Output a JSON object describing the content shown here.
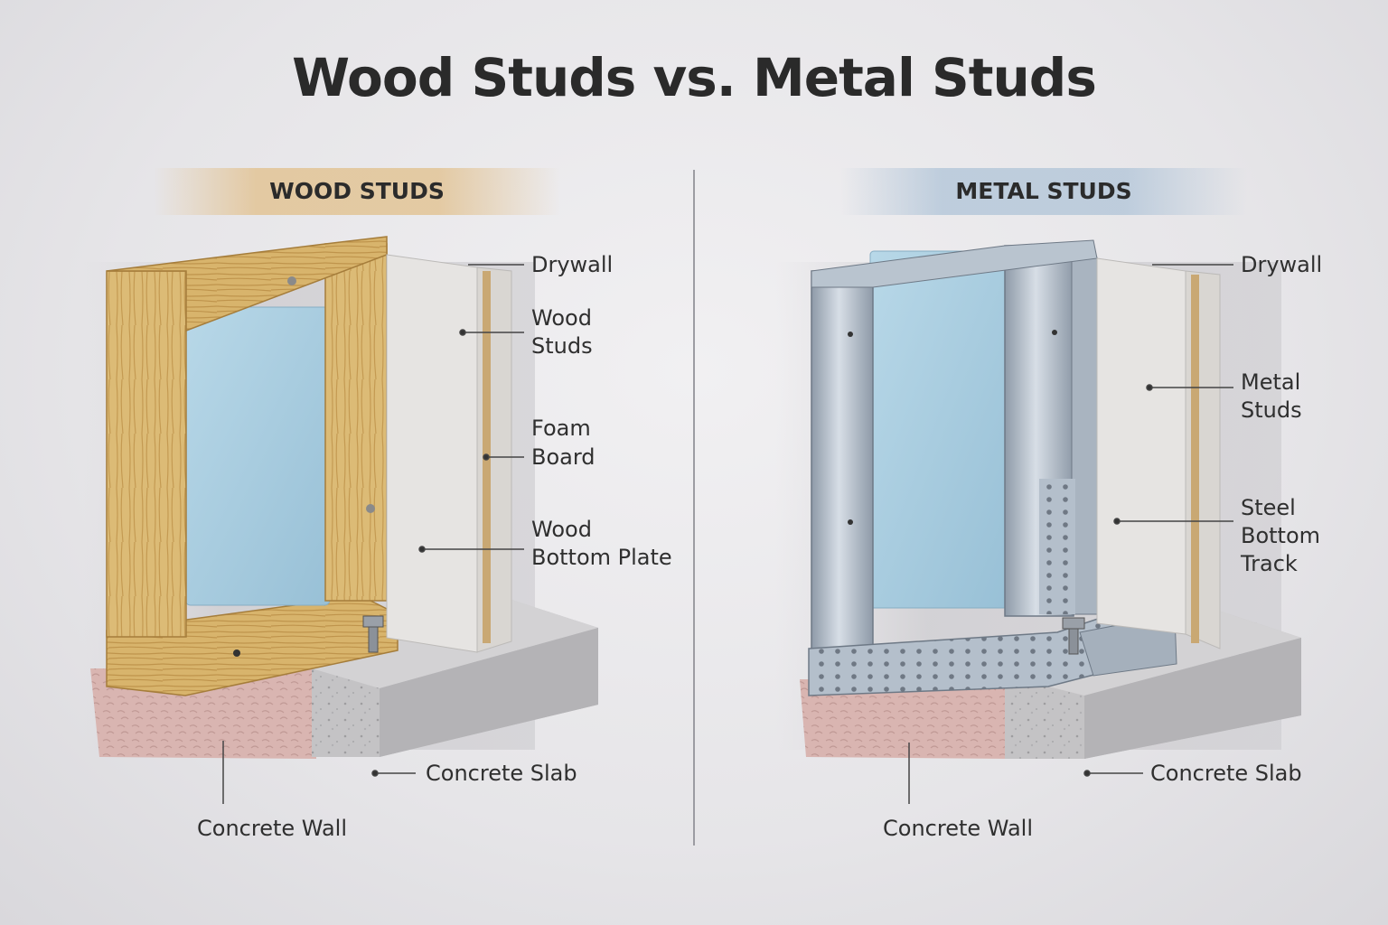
{
  "title": "Wood Studs vs. Metal Studs",
  "wood": {
    "heading": "WOOD STUDS",
    "labels": {
      "drywall": "Drywall",
      "wood_studs_1": "Wood",
      "wood_studs_2": "Studs",
      "foam_board_1": "Foam",
      "foam_board_2": "Board",
      "bottom_plate_1": "Wood",
      "bottom_plate_2": "Bottom Plate",
      "concrete_slab": "Concrete Slab",
      "concrete_wall": "Concrete Wall"
    }
  },
  "metal": {
    "heading": "METAL STUDS",
    "labels": {
      "drywall": "Drywall",
      "metal_studs_1": "Metal",
      "metal_studs_2": "Studs",
      "bottom_track_1": "Steel",
      "bottom_track_2": "Bottom",
      "bottom_track_3": "Track",
      "concrete_slab": "Concrete Slab",
      "concrete_wall": "Concrete Wall"
    }
  },
  "colors": {
    "wood": "#d9b872",
    "foam": "#a9cde0",
    "concrete": "#c2c1c3",
    "insulation": "#dcb7b3",
    "steel": "#b8c3cf",
    "drywall": "#e6e4e2"
  }
}
